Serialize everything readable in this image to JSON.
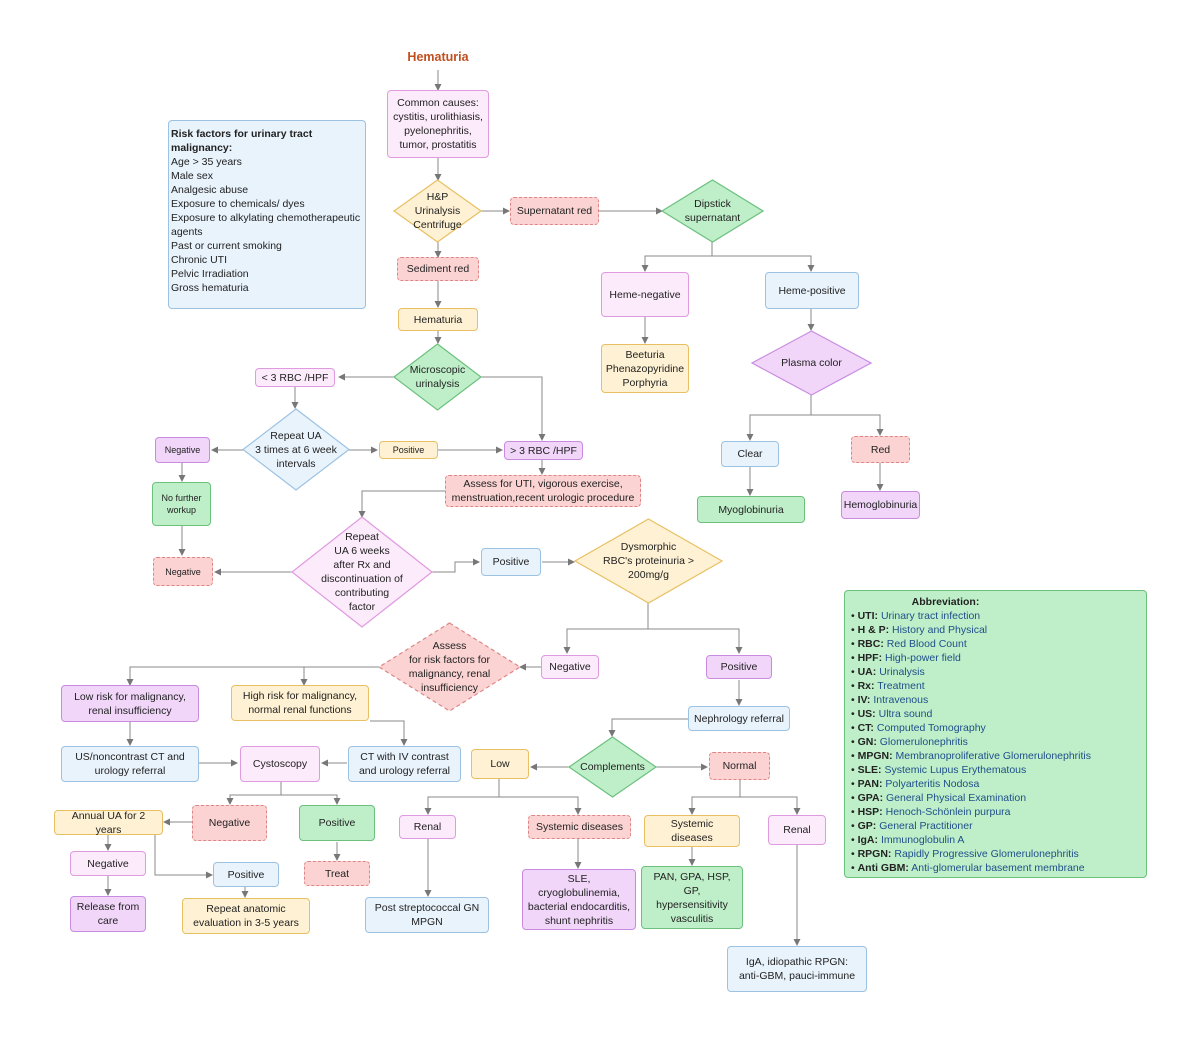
{
  "title": "Hematuria",
  "nodes": {
    "common_causes": "Common causes:\ncystitis, urolithiasis,\npyelonephritis,\ntumor, prostatitis",
    "hp": "H&P\nUrinalysis\nCentrifuge",
    "supernatant_red": "Supernatant red",
    "dipstick": "Dipstick\nsupernatant",
    "sediment_red": "Sediment red",
    "heme_negative": "Heme-negative",
    "heme_positive": "Heme-positive",
    "hematuria_box": "Hematuria",
    "beeturia": "Beeturia\nPhenazopyridine\nPorphyria",
    "plasma_color": "Plasma color",
    "microscopic": "Microscopic\nurinalysis",
    "lt3rbc": "< 3 RBC /HPF",
    "repeat_ua": "Repeat UA\n3 times at 6 week\nintervals",
    "negative_1": "Negative",
    "positive_1": "Positive",
    "gt3rbc": "> 3 RBC /HPF",
    "clear": "Clear",
    "red": "Red",
    "assess_uti": "Assess for UTI, vigorous exercise,\nmenstruation,recent urologic procedure",
    "no_further": "No further\nworkup",
    "myoglobinuria": "Myoglobinuria",
    "hemoglobinuria": "Hemoglobinuria",
    "repeat_ua6": "Repeat\nUA 6 weeks\nafter Rx and\ndiscontinuation of\ncontributing\nfactor",
    "negative_2": "Negative",
    "positive_2": "Positive",
    "dysmorphic": "Dysmorphic\nRBC's proteinuria >\n200mg/g",
    "assess_risk": "Assess\nfor risk factors for\nmalignancy, renal\ninsufficiency",
    "negative_3": "Negative",
    "positive_3": "Positive",
    "low_risk": "Low risk for malignancy,\nrenal insufficiency",
    "high_risk": "High risk for malignancy,\nnormal renal functions",
    "nephrology": "Nephrology referral",
    "us_ct": "US/noncontrast CT and\nurology referral",
    "cystoscopy": "Cystoscopy",
    "ct_iv": "CT with IV contrast\nand urology referral",
    "low": "Low",
    "complements": "Complements",
    "normal": "Normal",
    "annual_ua": "Annual UA for 2 years",
    "negative_4": "Negative",
    "positive_4": "Positive",
    "renal_1": "Renal",
    "systemic_1": "Systemic diseases",
    "systemic_2": "Systemic diseases",
    "renal_2": "Renal",
    "negative_5": "Negative",
    "positive_5": "Positive",
    "treat": "Treat",
    "sle": "SLE, cryoglobulinemia,\nbacterial endocarditis,\nshunt nephritis",
    "pan": "PAN, GPA, HSP, GP,\nhypersensitivity\nvasculitis",
    "release": "Release from\ncare",
    "repeat_anatomic": "Repeat anatomic\nevaluation in 3-5 years",
    "post_strep": "Post streptococcal GN\nMPGN",
    "iga": "IgA, idiopathic RPGN:\nanti-GBM, pauci-immune"
  },
  "risk_factors": {
    "heading": "Risk factors for urinary tract malignancy:",
    "items": [
      "Age > 35 years",
      "Male sex",
      "Analgesic abuse",
      "Exposure to chemicals/ dyes",
      "Exposure to alkylating chemotherapeutic",
      "agents",
      "Past or current smoking",
      "Chronic UTI",
      "Pelvic Irradiation",
      "Gross hematuria"
    ]
  },
  "abbreviations": {
    "heading": "Abbreviation:",
    "items": [
      {
        "term": "UTI:",
        "def": "Urinary tract infection"
      },
      {
        "term": "H & P:",
        "def": "History and Physical"
      },
      {
        "term": "RBC:",
        "def": "Red Blood Count"
      },
      {
        "term": "HPF:",
        "def": "High-power field"
      },
      {
        "term": "UA:",
        "def": " Urinalysis"
      },
      {
        "term": "Rx:",
        "def": "Treatment"
      },
      {
        "term": "IV:",
        "def": "Intravenous"
      },
      {
        "term": "US:",
        "def": " Ultra sound"
      },
      {
        "term": "CT:",
        "def": "Computed Tomography"
      },
      {
        "term": "GN:",
        "def": " Glomerulonephritis"
      },
      {
        "term": "MPGN:",
        "def": "Membranoproliferative Glomerulonephritis"
      },
      {
        "term": "SLE:",
        "def": "Systemic Lupus Erythematous"
      },
      {
        "term": "PAN:",
        "def": "Polyarteritis Nodosa"
      },
      {
        "term": "GPA:",
        "def": " General Physical Examination"
      },
      {
        "term": "HSP:",
        "def": " Henoch-Schönlein purpura"
      },
      {
        "term": "GP:",
        "def": " General Practitioner"
      },
      {
        "term": "IgA:",
        "def": "Immunoglobulin A"
      },
      {
        "term": "RPGN:",
        "def": "Rapidly Progressive Glomerulonephritis"
      },
      {
        "term": "Anti GBM:",
        "def": "Anti-glomerular basement membrane"
      }
    ]
  }
}
